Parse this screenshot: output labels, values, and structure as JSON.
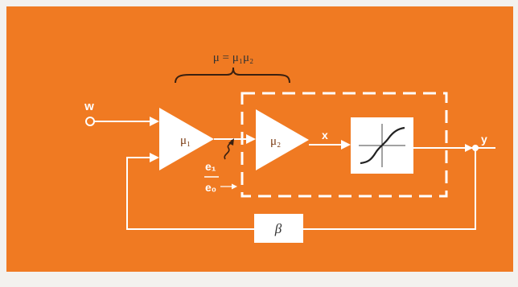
{
  "colors": {
    "panel": "#f07a22",
    "line": "#ffffff",
    "ink": "#222222",
    "paper": "#f3f1ee"
  },
  "diagram": {
    "brace_label": "μ = μ₁μ₂",
    "input_label": "w",
    "amp1_label": "μ₁",
    "amp2_label": "μ₂",
    "x_label": "x",
    "output_label": "y",
    "e1_label": "e₁",
    "e0_label": "e₀",
    "feedback_label": "β",
    "nonlinear_icon": "s-curve-transfer-icon"
  }
}
